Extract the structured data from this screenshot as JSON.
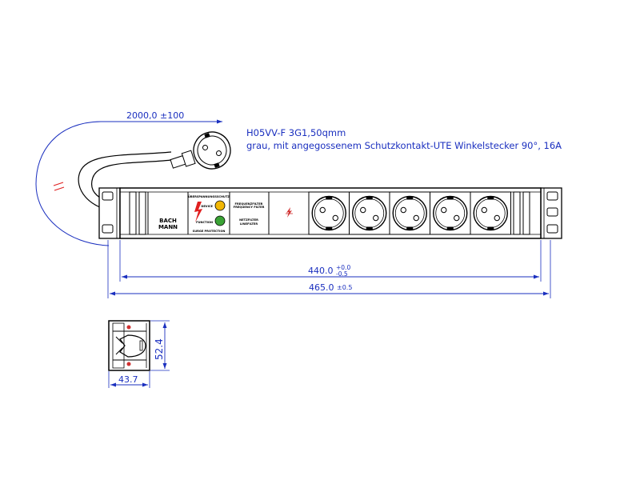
{
  "cable_length_label": "2000,0  ±100",
  "cable_spec_line1": "H05VV-F  3G1,50qmm",
  "cable_spec_line2": "grau,  mit  angegossenem  Schutzkontakt-UTE  Winkelstecker  90°,  16A",
  "dim_inner_value": "440.0",
  "dim_inner_tol_plus": "+0.0",
  "dim_inner_tol_minus": "-0.5",
  "dim_outer_value": "465.0",
  "dim_outer_tol": "±0.5",
  "dim_height": "52.4",
  "dim_depth": "43.7",
  "module_surge_title": "ÜBERSPANNUNGSSCHUTZ",
  "module_surge_device": "DEVICE",
  "module_surge_function": "FUNCTION",
  "module_surge_footer": "SURGE PROTECTION",
  "module_filter_title_de": "FREQUENZFILTER",
  "module_filter_title_en": "FREQUENCY FILTER",
  "module_filter_sub_de": "NETZFILTER",
  "module_filter_sub_en": "LINEFILTER",
  "brand_logo_line1": "BACH",
  "brand_logo_line2": "MANN",
  "socket_count": 5,
  "colors": {
    "dimension_blue": "#1a2fbf",
    "led_yellow": "#f2b705",
    "led_green": "#3aa335",
    "lightning_red": "#e02020",
    "fuse_red": "#d03030"
  }
}
